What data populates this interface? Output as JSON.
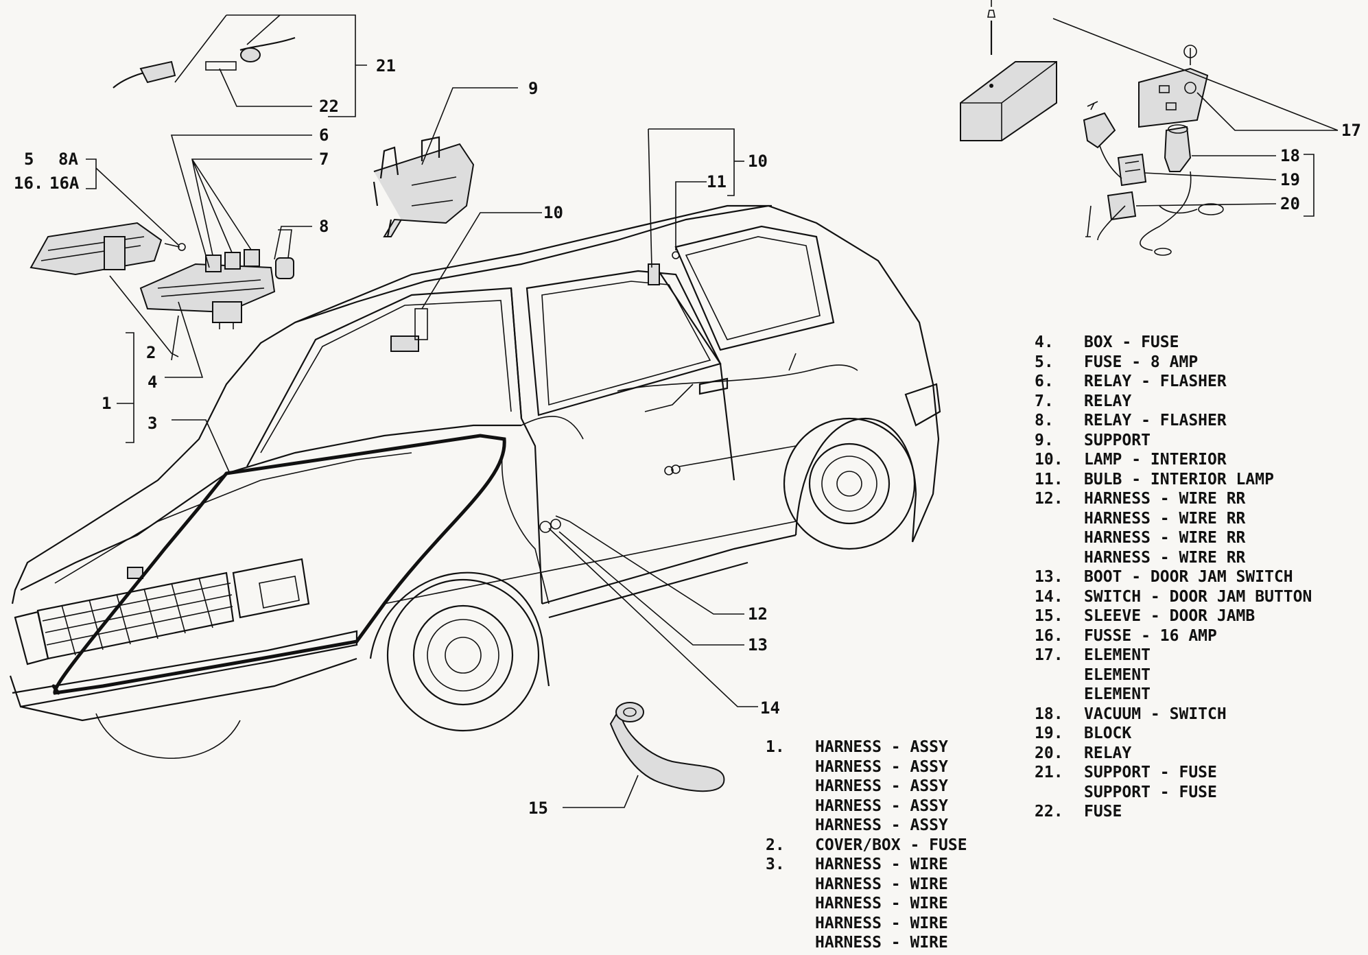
{
  "callouts": {
    "c1": "1",
    "c2": "2",
    "c3": "3",
    "c4": "4",
    "c5": "5",
    "c5_rating": "8A",
    "c16": "16.",
    "c16_rating": "16A",
    "c6": "6",
    "c7": "7",
    "c8": "8",
    "c9": "9",
    "c10a": "10",
    "c10b": "10",
    "c11": "11",
    "c12": "12",
    "c13": "13",
    "c14": "14",
    "c15": "15",
    "c17": "17",
    "c18": "18",
    "c19": "19",
    "c20": "20",
    "c21": "21",
    "c22": "22"
  },
  "legend_right": [
    {
      "num": "4.",
      "desc": "BOX - FUSE"
    },
    {
      "num": "5.",
      "desc": "FUSE - 8 AMP"
    },
    {
      "num": "6.",
      "desc": "RELAY - FLASHER"
    },
    {
      "num": "7.",
      "desc": "RELAY"
    },
    {
      "num": "8.",
      "desc": "RELAY - FLASHER"
    },
    {
      "num": "9.",
      "desc": "SUPPORT"
    },
    {
      "num": "10.",
      "desc": "LAMP - INTERIOR"
    },
    {
      "num": "11.",
      "desc": "BULB - INTERIOR LAMP"
    },
    {
      "num": "12.",
      "desc": "HARNESS - WIRE RR"
    },
    {
      "num": "",
      "desc": "HARNESS - WIRE RR"
    },
    {
      "num": "",
      "desc": "HARNESS - WIRE RR"
    },
    {
      "num": "",
      "desc": "HARNESS - WIRE RR"
    },
    {
      "num": "13.",
      "desc": "BOOT - DOOR JAM SWITCH"
    },
    {
      "num": "14.",
      "desc": "SWITCH - DOOR JAM BUTTON"
    },
    {
      "num": "15.",
      "desc": "SLEEVE - DOOR JAMB"
    },
    {
      "num": "16.",
      "desc": "FUSSE - 16 AMP"
    },
    {
      "num": "17.",
      "desc": "ELEMENT"
    },
    {
      "num": "",
      "desc": "ELEMENT"
    },
    {
      "num": "",
      "desc": "ELEMENT"
    },
    {
      "num": "18.",
      "desc": "VACUUM - SWITCH"
    },
    {
      "num": "19.",
      "desc": "BLOCK"
    },
    {
      "num": "20.",
      "desc": "RELAY"
    },
    {
      "num": "21.",
      "desc": "SUPPORT - FUSE"
    },
    {
      "num": "",
      "desc": "SUPPORT - FUSE"
    },
    {
      "num": "22.",
      "desc": "FUSE"
    }
  ],
  "legend_bottom": [
    {
      "num": "1.",
      "desc": "HARNESS - ASSY"
    },
    {
      "num": "",
      "desc": "HARNESS - ASSY"
    },
    {
      "num": "",
      "desc": "HARNESS - ASSY"
    },
    {
      "num": "",
      "desc": "HARNESS - ASSY"
    },
    {
      "num": "",
      "desc": "HARNESS - ASSY"
    },
    {
      "num": "2.",
      "desc": "COVER/BOX - FUSE"
    },
    {
      "num": "3.",
      "desc": "HARNESS - WIRE"
    },
    {
      "num": "",
      "desc": "HARNESS - WIRE"
    },
    {
      "num": "",
      "desc": "HARNESS - WIRE"
    },
    {
      "num": "",
      "desc": "HARNESS - WIRE"
    },
    {
      "num": "",
      "desc": "HARNESS - WIRE"
    }
  ]
}
